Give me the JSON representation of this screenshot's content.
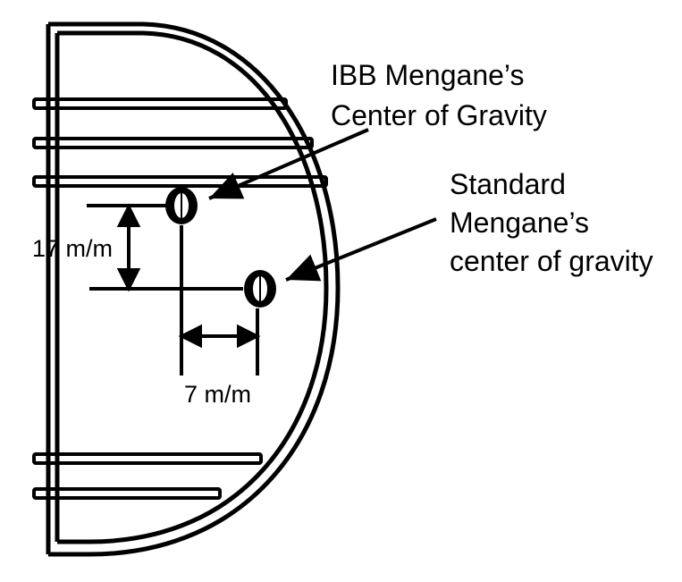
{
  "callouts": {
    "ibb_line1": "IBB Mengane’s",
    "ibb_line2": "Center of Gravity",
    "standard_line1": "Standard",
    "standard_line2": "Mengane’s",
    "standard_line3": "center of gravity"
  },
  "dimensions": {
    "vertical": "17 m/m",
    "horizontal": "7 m/m"
  },
  "colors": {
    "ink": "#000000",
    "background": "#ffffff"
  }
}
